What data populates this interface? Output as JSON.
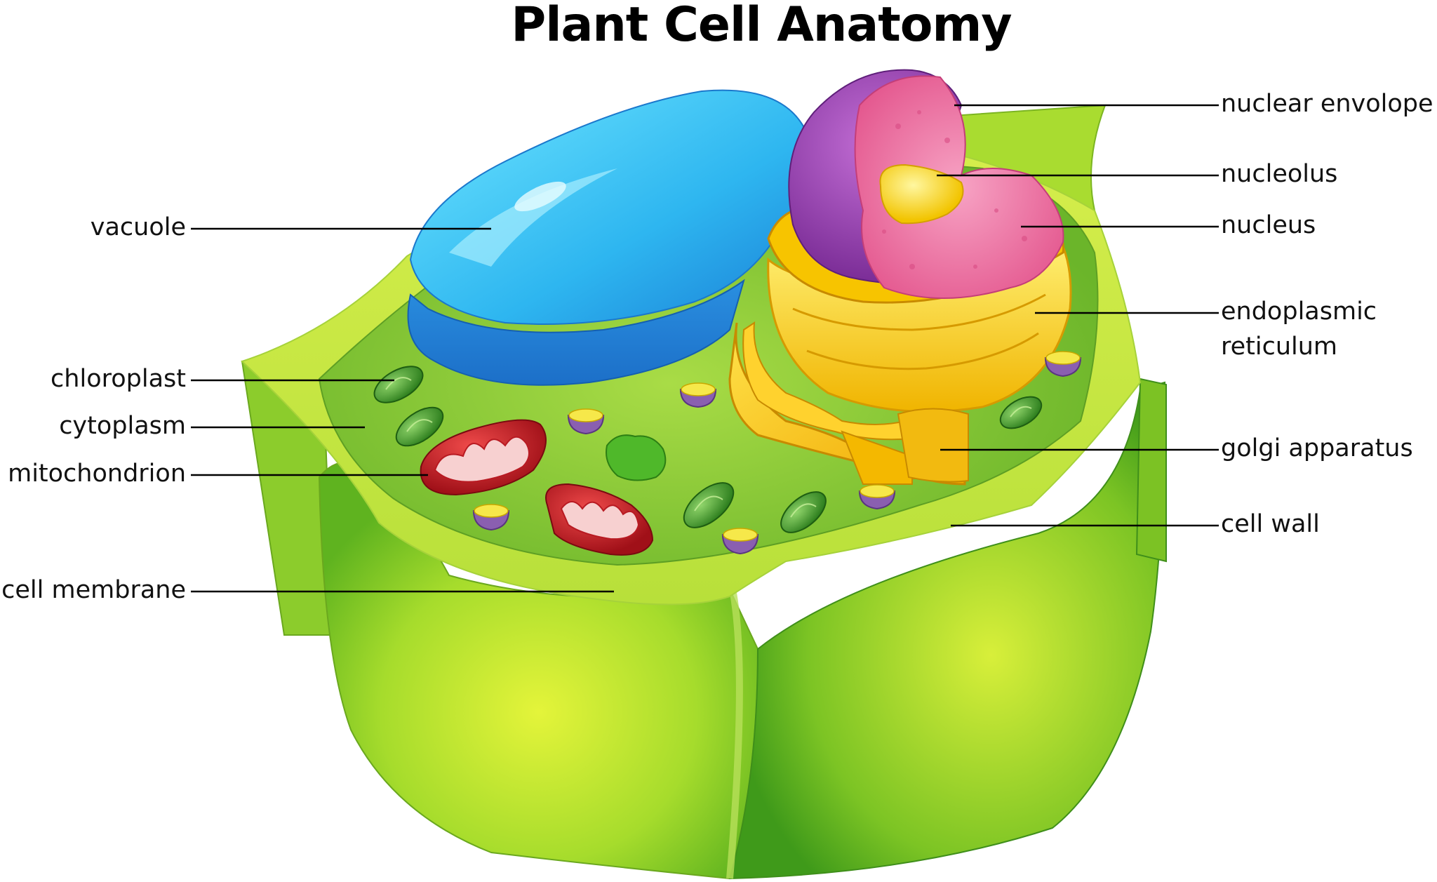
{
  "title": "Plant Cell Anatomy",
  "labels": {
    "nuclear_envelope": "nuclear envolope",
    "nucleolus": "nucleolus",
    "nucleus": "nucleus",
    "endoplasmic_reticulum_line1": "endoplasmic",
    "endoplasmic_reticulum_line2": "reticulum",
    "golgi_apparatus": "golgi apparatus",
    "cell_wall": "cell wall",
    "vacuole": "vacuole",
    "chloroplast": "chloroplast",
    "cytoplasm": "cytoplasm",
    "mitochondrion": "mitochondrion",
    "cell_membrane": "cell membrane"
  },
  "colors": {
    "cell_wall_outer": "#8ecf2a",
    "cell_wall_light": "#d9ee4a",
    "cytoplasm": "#8ccc3a",
    "vacuole": "#2fa3e6",
    "nucleus_envelope": "#9a3fb0",
    "nucleus_inner": "#f07aa8",
    "nucleolus": "#ffe100",
    "er": "#f5c800",
    "golgi": "#ffd000",
    "mitochondrion": "#c8202a",
    "chloroplast": "#3f9e2a",
    "vesicle": "#8a5fb0",
    "leader_line": "#000000"
  }
}
